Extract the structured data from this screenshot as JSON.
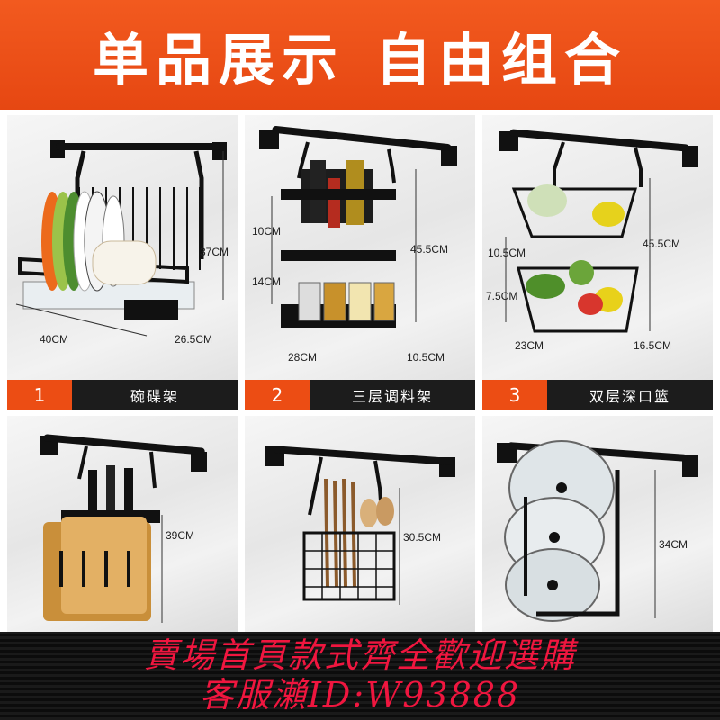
{
  "header": {
    "title_part1": "单品展示",
    "title_part2": "自由组合"
  },
  "accent_color": "#ec4d14",
  "products": [
    {
      "number": "1",
      "name": "碗碟架",
      "dims": [
        "37CM",
        "40CM",
        "26.5CM"
      ]
    },
    {
      "number": "2",
      "name": "三层调料架",
      "dims": [
        "10CM",
        "14CM",
        "45.5CM",
        "28CM",
        "10.5CM"
      ]
    },
    {
      "number": "3",
      "name": "双层深口篮",
      "dims": [
        "10.5CM",
        "7.5CM",
        "45.5CM",
        "23CM",
        "16.5CM"
      ]
    },
    {
      "dims": [
        "39CM"
      ]
    },
    {
      "dims": [
        "30.5CM"
      ]
    },
    {
      "dims": [
        "34CM"
      ]
    }
  ],
  "watermark": {
    "line1": "賣場首頁款式齊全歡迎選購",
    "line2": "客服瀨ID:W93888"
  }
}
